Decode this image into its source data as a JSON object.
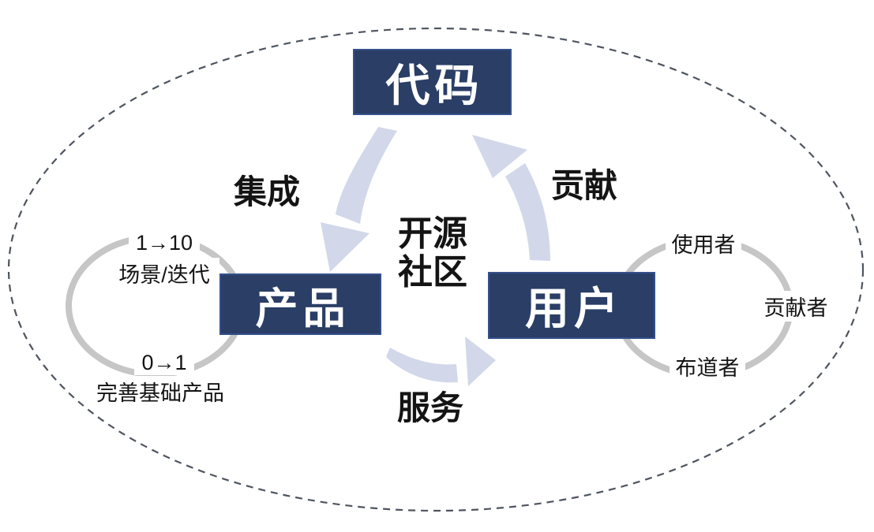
{
  "colors": {
    "canvas_bg": "#ffffff",
    "node_bg": "#2a3e66",
    "node_border": "#35508c",
    "node_text": "#ffffff",
    "arrow_fill": "#d2d8ea",
    "ring_stroke": "#c6c6c6",
    "boundary_stroke": "#4e5560",
    "label_color": "#141414"
  },
  "center": {
    "line1": "开源",
    "line2": "社区"
  },
  "nodes": {
    "code": "代码",
    "product": "产品",
    "user": "用户"
  },
  "flows": {
    "integrate": "集成",
    "contribute": "贡献",
    "serve": "服务"
  },
  "product_cycle": {
    "top_value": "1→10",
    "top_label": "场景/迭代",
    "bottom_value": "0→1",
    "bottom_label": "完善基础产品"
  },
  "user_cycle": {
    "top": "使用者",
    "right": "贡献者",
    "bottom": "布道者"
  }
}
